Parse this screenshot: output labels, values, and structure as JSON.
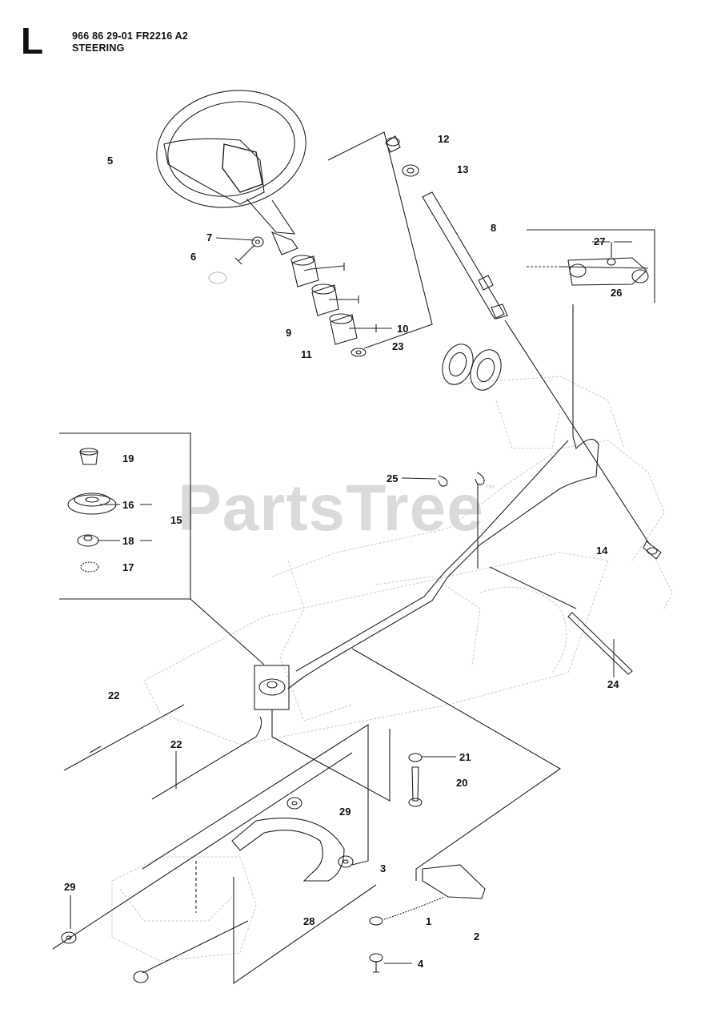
{
  "header": {
    "section_letter": "L",
    "part_number_line": "966 86 29-01 FR2216 A2",
    "section_title": "STEERING"
  },
  "watermark": {
    "text": "PartsTree",
    "mark": "™"
  },
  "callouts": [
    "1",
    "2",
    "3",
    "4",
    "5",
    "6",
    "7",
    "8",
    "9",
    "10",
    "11",
    "12",
    "13",
    "14",
    "15",
    "16",
    "17",
    "18",
    "19",
    "20",
    "21",
    "22",
    "22",
    "23",
    "24",
    "25",
    "26",
    "27",
    "28",
    "29",
    "29"
  ]
}
